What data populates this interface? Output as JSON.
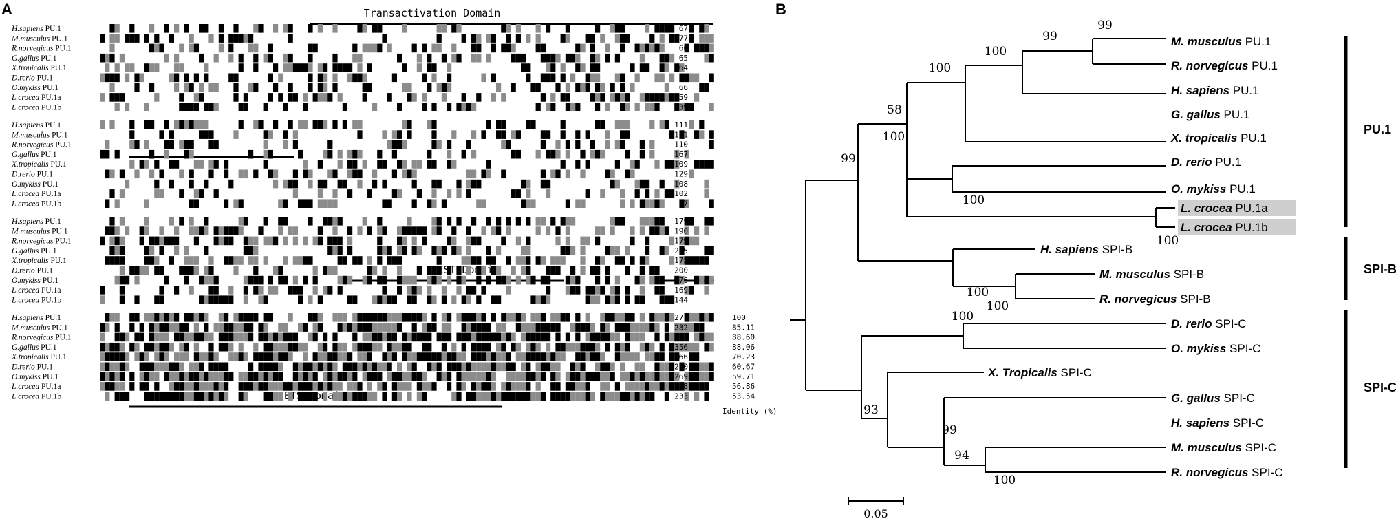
{
  "panels": {
    "a_letter": "A",
    "b_letter": "B"
  },
  "alignment": {
    "domains": {
      "transactivation": "Transactivation Domain",
      "pest": "PEST Domain",
      "ets": "ETS Domain"
    },
    "species": [
      {
        "sp": "H.sapiens",
        "gene": "PU.1"
      },
      {
        "sp": "M.musculus",
        "gene": "PU.1"
      },
      {
        "sp": "R.norvegicus",
        "gene": "PU.1"
      },
      {
        "sp": "G.gallus",
        "gene": "PU.1"
      },
      {
        "sp": "X.tropicalis",
        "gene": "PU.1"
      },
      {
        "sp": "D.rerio",
        "gene": "PU.1"
      },
      {
        "sp": "O.mykiss",
        "gene": "PU.1"
      },
      {
        "sp": "L.crocea",
        "gene": "PU.1a"
      },
      {
        "sp": "L.crocea",
        "gene": "PU.1b"
      }
    ],
    "blocks": [
      {
        "end_positions": [
          "67",
          "77",
          "66",
          "65",
          "64",
          "85",
          "66",
          "59",
          "39"
        ]
      },
      {
        "end_positions": [
          "111",
          "121",
          "110",
          "167",
          "109",
          "129",
          "108",
          "102",
          "77"
        ]
      },
      {
        "end_positions": [
          "179",
          "190",
          "179",
          "265",
          "175",
          "200",
          "176",
          "169",
          "144"
        ]
      },
      {
        "end_positions": [
          "271",
          "282",
          "271",
          "356",
          "266",
          "290",
          "269",
          "258",
          "233"
        ]
      }
    ],
    "identity_header": "Identity (%)",
    "identity_values": [
      "100",
      "85.11",
      "88.60",
      "88.06",
      "70.23",
      "60.67",
      "59.71",
      "56.86",
      "53.54"
    ]
  },
  "tree": {
    "leaves": [
      {
        "sp": "M. musculus",
        "gene": "PU.1"
      },
      {
        "sp": "R. norvegicus",
        "gene": "PU.1"
      },
      {
        "sp": "H. sapiens",
        "gene": "PU.1"
      },
      {
        "sp": "G. gallus",
        "gene": "PU.1"
      },
      {
        "sp": "X. tropicalis",
        "gene": "PU.1"
      },
      {
        "sp": "D. rerio",
        "gene": "PU.1"
      },
      {
        "sp": "O. mykiss",
        "gene": "PU.1"
      },
      {
        "sp": "L. crocea",
        "gene": "PU.1a",
        "highlight": true
      },
      {
        "sp": "L. crocea",
        "gene": "PU.1b",
        "highlight": true
      },
      {
        "sp": "H. sapiens",
        "gene": "SPI-B"
      },
      {
        "sp": "M. musculus",
        "gene": "SPI-B"
      },
      {
        "sp": "R. norvegicus",
        "gene": "SPI-B"
      },
      {
        "sp": "D. rerio",
        "gene": "SPI-C"
      },
      {
        "sp": "O. mykiss",
        "gene": "SPI-C"
      },
      {
        "sp": "X. Tropicalis",
        "gene": "SPI-C"
      },
      {
        "sp": "G. gallus",
        "gene": "SPI-C"
      },
      {
        "sp": "H. sapiens",
        "gene": "SPI-C"
      },
      {
        "sp": "M. musculus",
        "gene": "SPI-C"
      },
      {
        "sp": "R. norvegicus",
        "gene": "SPI-C"
      }
    ],
    "bootstrap": [
      "99",
      "99",
      "100",
      "100",
      "58",
      "100",
      "100",
      "100",
      "99",
      "100",
      "100",
      "100",
      "93",
      "99",
      "94",
      "100"
    ],
    "groups": [
      "PU.1",
      "SPI-B",
      "SPI-C"
    ],
    "scale_label": "0.05",
    "highlight_color": "#cfcfcf"
  }
}
